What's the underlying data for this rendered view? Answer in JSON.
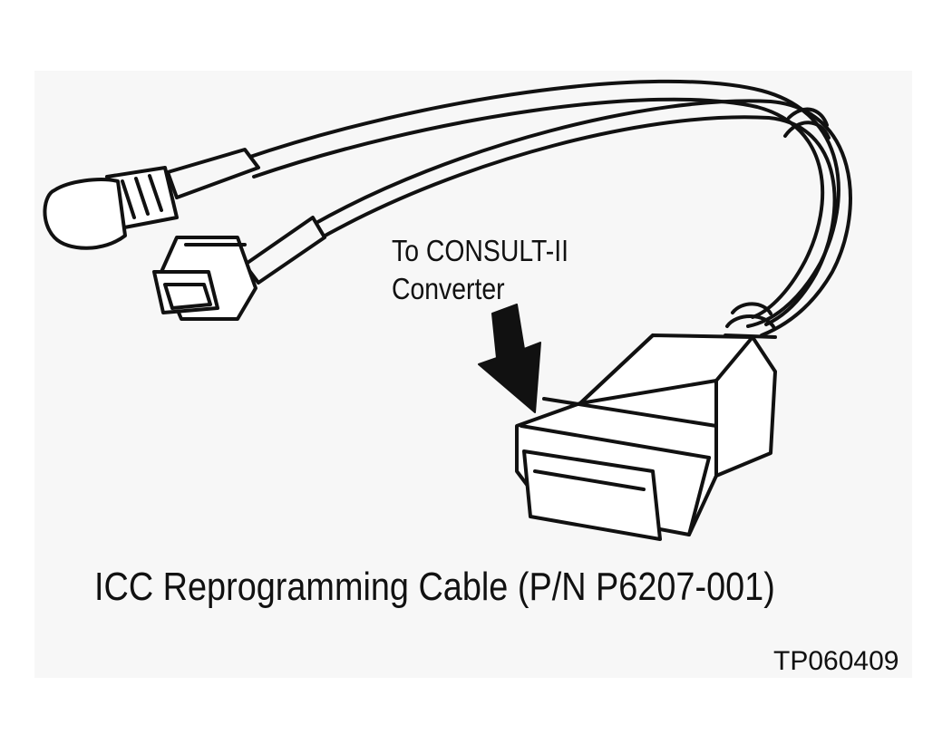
{
  "callout": {
    "line1": "To CONSULT-II",
    "line2": "Converter"
  },
  "caption": "ICC Reprogramming Cable (P/N P6207-001)",
  "figure_id": "TP060409",
  "colors": {
    "background": "#ffffff",
    "panel": "#f7f7f7",
    "line": "#111111"
  }
}
